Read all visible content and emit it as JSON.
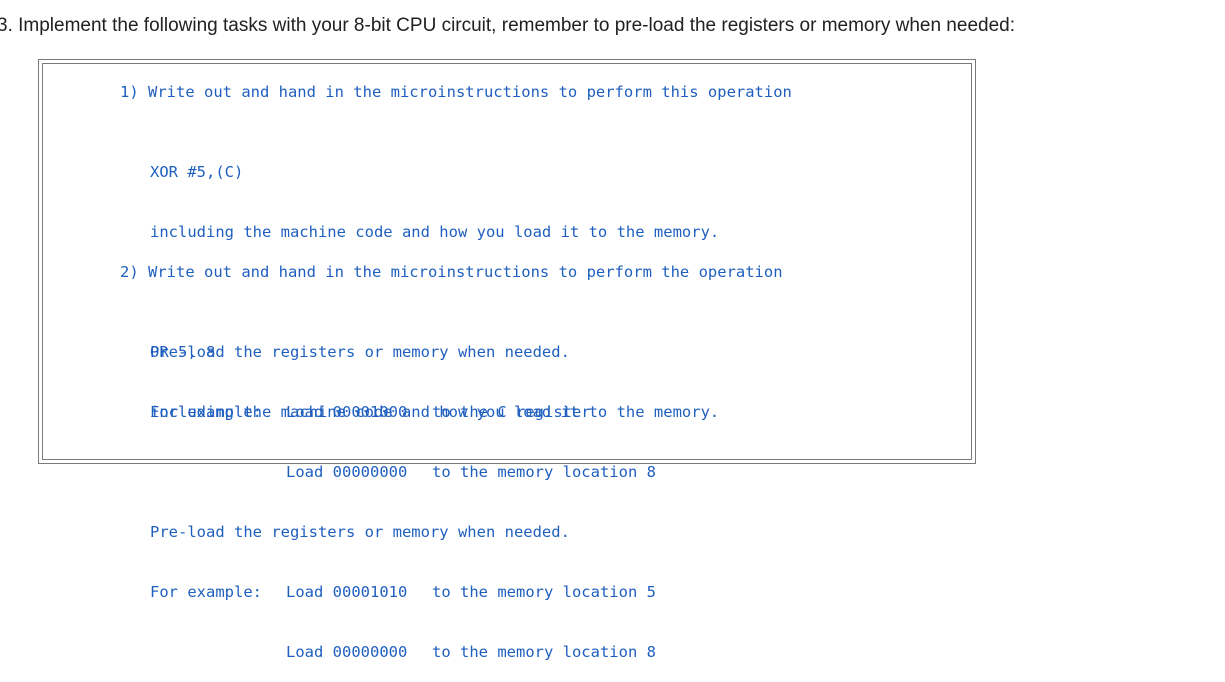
{
  "question": {
    "heading": "3. Implement the following tasks with your 8-bit CPU circuit, remember to pre-load the registers or memory when needed:"
  },
  "task1": {
    "title": "1) Write out and hand in the microinstructions to perform this operation",
    "operation": "XOR #5,(C)",
    "instruction_note": "including the machine code and how you load it to the memory.",
    "preload_note": "Pre-load the registers or memory when needed.",
    "example_label": "For example:",
    "example_line1_load": "Load 00001000",
    "example_line1_target": "to the C register",
    "example_line2_load": "Load 00000000",
    "example_line2_target": "to the memory location 8"
  },
  "task2": {
    "title": "2) Write out and hand in the microinstructions to perform the operation",
    "operation": "OR 5, 8",
    "instruction_note": "including the machine code and how you load it to the memory.",
    "preload_note": "Pre-load the registers or memory when needed.",
    "example_label": "For example:",
    "example_line1_load": "Load 00001010",
    "example_line1_target": "to the memory location 5",
    "example_line2_load": "Load 00000000",
    "example_line2_target": "to the memory location 8"
  },
  "colors": {
    "code_text": "#1f5fbf",
    "heading_text": "#202124",
    "box_border": "#7a7a7a"
  }
}
